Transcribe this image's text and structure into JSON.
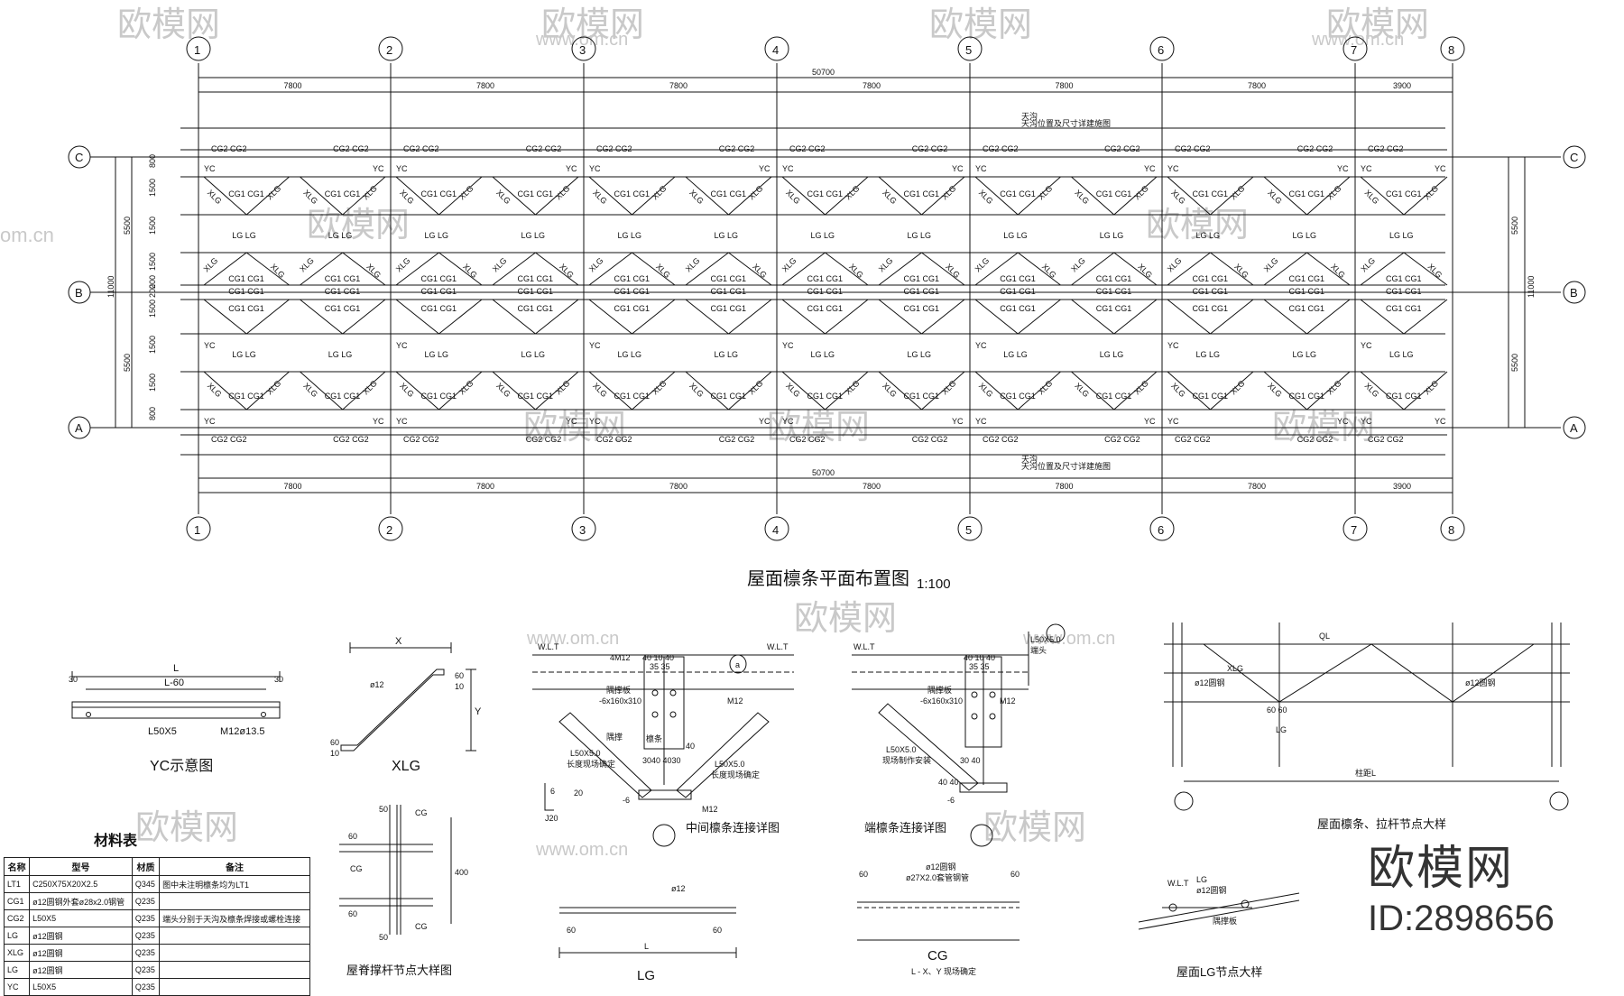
{
  "watermarks": {
    "brand": "欧模网",
    "url": "www.om.cn",
    "url_short": "om.cn"
  },
  "grid": {
    "axis_numbers": [
      "1",
      "2",
      "3",
      "4",
      "5",
      "6",
      "7",
      "8"
    ],
    "axis_letters": [
      "C",
      "B",
      "A"
    ],
    "spans_top": [
      "7800",
      "7800",
      "7800",
      "7800",
      "7800",
      "7800",
      "3900"
    ],
    "spans_bottom": [
      "7800",
      "7800",
      "7800",
      "7800",
      "7800",
      "7800",
      "3900"
    ],
    "total_length": "50700",
    "left_dims": [
      "5500",
      "5500"
    ],
    "left_total": "11000",
    "right_dims": [
      "5500",
      "5500"
    ],
    "right_total": "11000",
    "row_dims": [
      "800",
      "1500",
      "1500",
      "1500",
      "200",
      "200",
      "1500",
      "1500",
      "1500",
      "800"
    ],
    "labels": {
      "cg2": "CG2 CG2",
      "cg1": "CG1 CG1",
      "lg": "LG LG",
      "yc": "YC",
      "xlg": "XLG",
      "cg1_single": "CG1"
    },
    "note_top": "天沟",
    "note_top2": "天沟位置及尺寸详建施图",
    "note_bottom": "天沟",
    "note_bottom2": "天沟位置及尺寸详建施图"
  },
  "plan_title": "屋面檩条平面布置图",
  "plan_scale": "1:100",
  "details": {
    "yc": {
      "title": "YC示意图",
      "len": "L",
      "inner": "L-60",
      "d30a": "30",
      "d30b": "30",
      "angle": "L50X5",
      "bolt": "M12ø13.5"
    },
    "xlg": {
      "title": "XLG",
      "x": "X",
      "y": "Y",
      "rod": "ø12",
      "d60a": "60",
      "d60b": "60",
      "d10a": "10",
      "d10b": "10"
    },
    "mid": {
      "title": "中间檩条连接详图",
      "wlt": "W.L.T",
      "wlt2": "W.L.T",
      "bolts": "4M12",
      "spacing": "40 10 40",
      "spacing2": "35 35",
      "plate": "隅撑板",
      "plate_size": "-6x160x310",
      "m12a": "M12",
      "m12b": "M12",
      "angle1": "L50X5.0",
      "angle1_note": "长度现场确定",
      "angle2": "L50X5.0",
      "angle2_note": "长度现场确定",
      "dims": "3040 4030",
      "d40": "40",
      "d6": "6",
      "d20": "20",
      "d6b": "-6",
      "ms": "隅撑",
      "j": "J20",
      "ring": "a",
      "side": "檩条"
    },
    "end": {
      "title": "端檩条连接详图",
      "wlt": "W.L.T",
      "bolt": "M12",
      "spacing": "40 10 40",
      "spacing2": "35 35",
      "plate": "隅撑板",
      "plate_size": "-6x160x310",
      "angle": "L50X5.0",
      "angle_note": "现场制作安装",
      "top_angle": "L50X5.0",
      "top_note": "端头",
      "d": "30 40",
      "d2": "40 40",
      "d6": "-6"
    },
    "lg_rod": {
      "title": "LG",
      "rod": "ø12",
      "d60a": "60",
      "d60b": "60",
      "len": "L"
    },
    "cg": {
      "title": "CG",
      "sub": "L - X、Y 现场确定",
      "rod": "ø12圆钢",
      "pipe": "ø27X2.0套管钢管",
      "d60a": "60",
      "d60b": "60"
    },
    "ridge": {
      "title": "屋脊撑杆节点大样图",
      "cg1": "CG",
      "cg2": "CG",
      "cg3": "CG",
      "d400": "400",
      "d50a": "50",
      "d50b": "50",
      "d60a": "60",
      "d60b": "60"
    },
    "node": {
      "title": "屋面檩条、拉杆节点大样",
      "xlg": "XLG",
      "ql": "QL",
      "lg": "LG",
      "note1": "ø12圆钢",
      "note2": "ø12圆钢",
      "span": "柱距L",
      "d": "60 60"
    },
    "lgnode": {
      "title": "屋面LG节点大样",
      "lg": "LG",
      "wlt": "W.L.T",
      "rod": "ø12圆钢",
      "note": "隅撑板"
    }
  },
  "material_table": {
    "title": "材料表",
    "headers": [
      "名称",
      "型号",
      "材质",
      "备注"
    ],
    "rows": [
      [
        "LT1",
        "C250X75X20X2.5",
        "Q345",
        "图中未注明檩条均为LT1"
      ],
      [
        "CG1",
        "ø12圆钢外套ø28x2.0钢管",
        "Q235",
        ""
      ],
      [
        "CG2",
        "L50X5",
        "Q235",
        "端头分别于天沟及檩条焊接或螺栓连接"
      ],
      [
        "LG",
        "ø12圆钢",
        "Q235",
        ""
      ],
      [
        "XLG",
        "ø12圆钢",
        "Q235",
        ""
      ],
      [
        "LG",
        "ø12圆钢",
        "Q235",
        ""
      ],
      [
        "YC",
        "L50X5",
        "Q235",
        ""
      ]
    ]
  },
  "brand": {
    "name": "欧模网",
    "id": "ID:2898656"
  }
}
